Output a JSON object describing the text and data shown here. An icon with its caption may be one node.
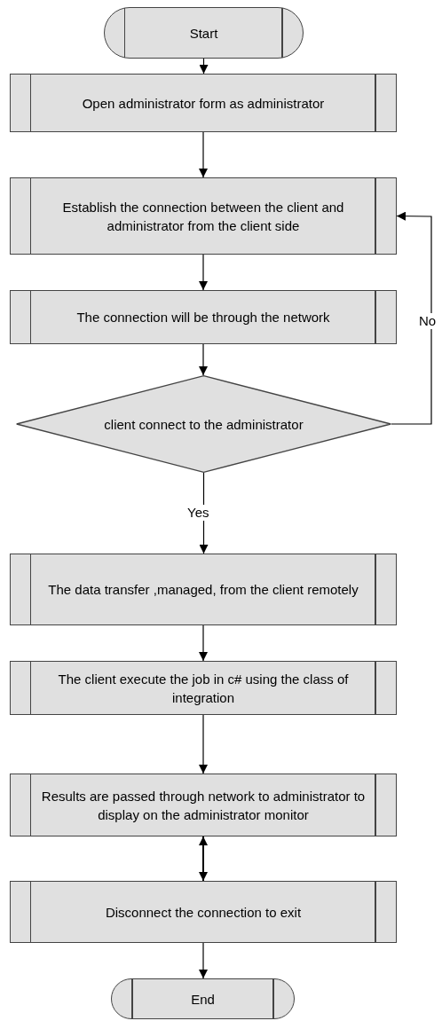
{
  "diagram": {
    "nodes": [
      {
        "text": [
          "Start"
        ]
      },
      {
        "text": [
          "Open administrator form as administrator"
        ]
      },
      {
        "text": [
          "Establish the connection between the client and administrator from the client side"
        ]
      },
      {
        "text": [
          "The connection will be through the network"
        ]
      },
      {
        "text": [
          "client connect to the administrator"
        ]
      },
      {
        "text": [
          "The data transfer ,managed, from the client remotely"
        ]
      },
      {
        "text": [
          "The client execute the job in c# using the class of integration"
        ]
      },
      {
        "text": [
          "Results are passed through network to administrator to display on the administrator monitor"
        ]
      },
      {
        "text": [
          "Disconnect the connection to exit"
        ]
      },
      {
        "text": [
          "End"
        ]
      }
    ],
    "edges": [
      {
        "from": 0,
        "to": 1,
        "arrow": "to"
      },
      {
        "from": 1,
        "to": 2,
        "arrow": "to"
      },
      {
        "from": 2,
        "to": 3,
        "arrow": "to"
      },
      {
        "from": 3,
        "to": 4,
        "arrow": "to"
      },
      {
        "from": 4,
        "to": 2,
        "arrow": "to",
        "label": "No"
      },
      {
        "from": 4,
        "to": 5,
        "arrow": "to",
        "label": "Yes"
      },
      {
        "from": 5,
        "to": 6,
        "arrow": "to"
      },
      {
        "from": 6,
        "to": 7,
        "arrow": "to"
      },
      {
        "from": 7,
        "to": 8,
        "arrow": "both"
      },
      {
        "from": 8,
        "to": 9,
        "arrow": "to"
      }
    ]
  }
}
